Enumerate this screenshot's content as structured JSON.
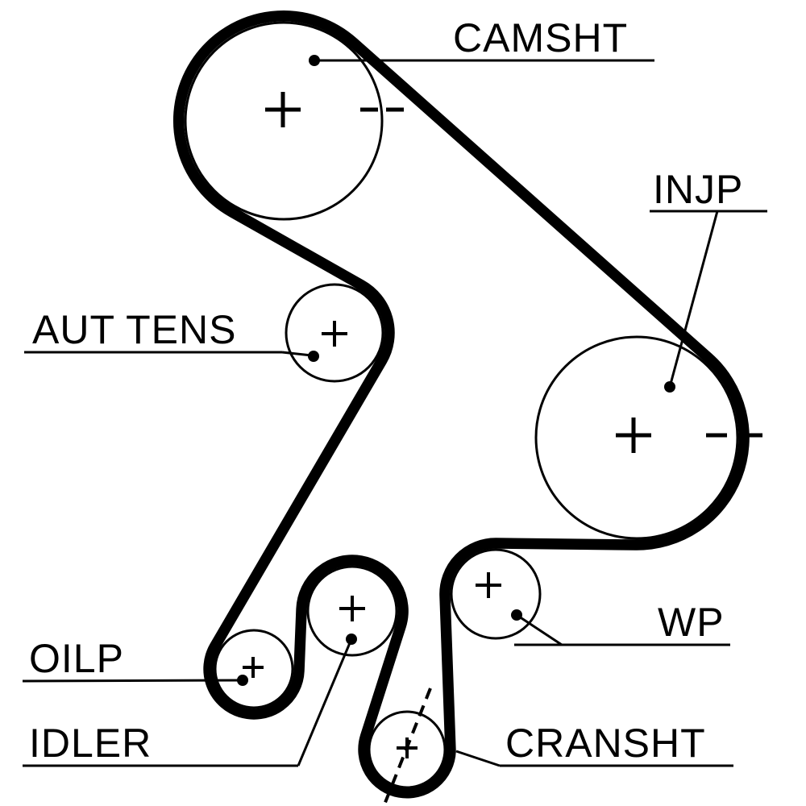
{
  "diagram": {
    "kind": "timing-belt-routing",
    "background_color": "#ffffff",
    "ink_color": "#000000"
  },
  "pulleys": {
    "camshaft": {
      "label": "CAMSHT",
      "center_mark": "+",
      "timing_dashes": "- -"
    },
    "injection_pump": {
      "label": "INJP",
      "center_mark": "+",
      "timing_dashes": "- -"
    },
    "tensioner": {
      "label": "AUT TENS",
      "center_mark": "+"
    },
    "water_pump": {
      "label": "WP",
      "center_mark": "+"
    },
    "oil_pump": {
      "label": "OILP",
      "center_mark": "+"
    },
    "idler": {
      "label": "IDLER",
      "center_mark": "+"
    },
    "crankshaft": {
      "label": "CRANSHT",
      "center_mark": "+",
      "has_dashed_alignment_line": true
    }
  }
}
